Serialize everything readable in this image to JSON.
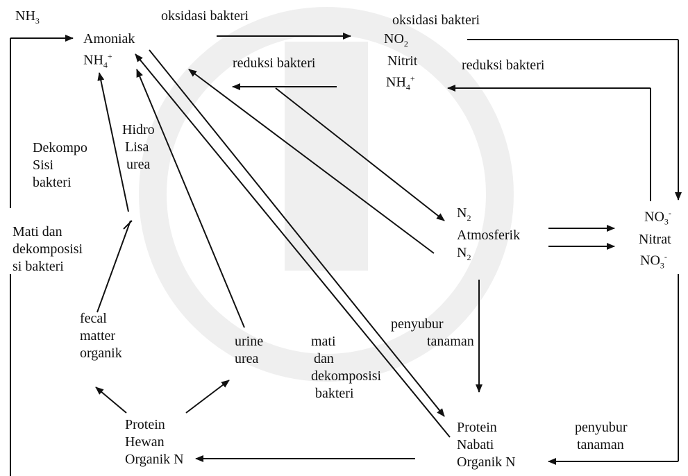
{
  "nodes": {
    "nh3_top": "NH",
    "nh3_top_sub": "3",
    "amoniak": "Amoniak",
    "amoniak_nh4": "NH",
    "amoniak_nh4_sub": "4",
    "amoniak_nh4_sup": "+",
    "no2": "NO",
    "no2_sub": "2",
    "nitrit": "Nitrit",
    "nitrit_nh4": "NH",
    "nitrit_nh4_sub": "4",
    "nitrit_nh4_sup": "+",
    "n2_top": "N",
    "n2_top_sub": "2",
    "atmosferik": "Atmosferik",
    "n2_bottom": "N",
    "n2_bottom_sub": "2",
    "no3_top": "NO",
    "no3_top_sub": "3",
    "no3_top_sup": "-",
    "nitrat": "Nitrat",
    "no3_bottom": "NO",
    "no3_bottom_sub": "3",
    "no3_bottom_sup": "-",
    "mati_dekomposisi": [
      "Mati dan",
      "dekomposisi",
      "si bakteri"
    ],
    "fecal": [
      "fecal",
      "matter",
      "organik"
    ],
    "urine": [
      "urine",
      "urea"
    ],
    "mati_dan": [
      "mati",
      "dan",
      "dekomposisi",
      "bakteri"
    ],
    "protein_hewan": [
      "Protein",
      "Hewan",
      "Organik N"
    ],
    "protein_nabati": [
      "Protein",
      "Nabati",
      "Organik N"
    ]
  },
  "labels": {
    "oksidasi_1": "oksidasi bakteri",
    "oksidasi_2": "oksidasi bakteri",
    "reduksi_1": "reduksi bakteri",
    "reduksi_2": "reduksi bakteri",
    "dekomposisi": [
      "Dekompo",
      "Sisi",
      "bakteri"
    ],
    "hidrolisa": [
      "Hidro",
      "Lisa",
      "urea"
    ],
    "penyubur_1": [
      "penyubur",
      "tanaman"
    ],
    "penyubur_2": [
      "penyubur",
      "tanaman"
    ]
  }
}
